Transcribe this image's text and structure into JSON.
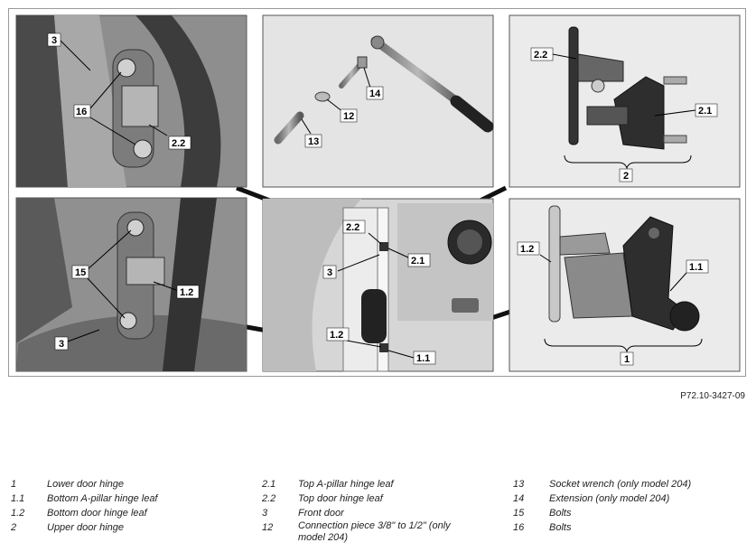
{
  "figure": {
    "reference_code": "P72.10-3427-09",
    "panels": {
      "top_left": {
        "callouts": [
          "3",
          "16",
          "2.2"
        ]
      },
      "top_center": {
        "callouts": [
          "14",
          "12",
          "13"
        ]
      },
      "top_right": {
        "callouts": [
          "2.2",
          "2.1",
          "2"
        ]
      },
      "bottom_left": {
        "callouts": [
          "15",
          "1.2",
          "3"
        ]
      },
      "center_door": {
        "callouts": [
          "2.2",
          "2.1",
          "3",
          "1.2",
          "1.1"
        ]
      },
      "bottom_right": {
        "callouts": [
          "1.2",
          "1.1",
          "1"
        ]
      }
    }
  },
  "legend": {
    "col1": [
      {
        "num": "1",
        "text": "Lower door hinge"
      },
      {
        "num": "1.1",
        "text": "Bottom A-pillar hinge leaf"
      },
      {
        "num": "1.2",
        "text": "Bottom door hinge leaf"
      },
      {
        "num": "2",
        "text": "Upper door hinge"
      }
    ],
    "col2": [
      {
        "num": "2.1",
        "text": "Top A-pillar hinge leaf"
      },
      {
        "num": "2.2",
        "text": "Top door hinge leaf"
      },
      {
        "num": "3",
        "text": "Front door"
      },
      {
        "num": "12",
        "text": "Connection piece 3/8\" to 1/2\" (only model 204)"
      }
    ],
    "col3": [
      {
        "num": "13",
        "text": "Socket wrench (only model 204)"
      },
      {
        "num": "14",
        "text": "Extension (only model 204)"
      },
      {
        "num": "15",
        "text": "Bolts"
      },
      {
        "num": "16",
        "text": "Bolts"
      }
    ]
  }
}
